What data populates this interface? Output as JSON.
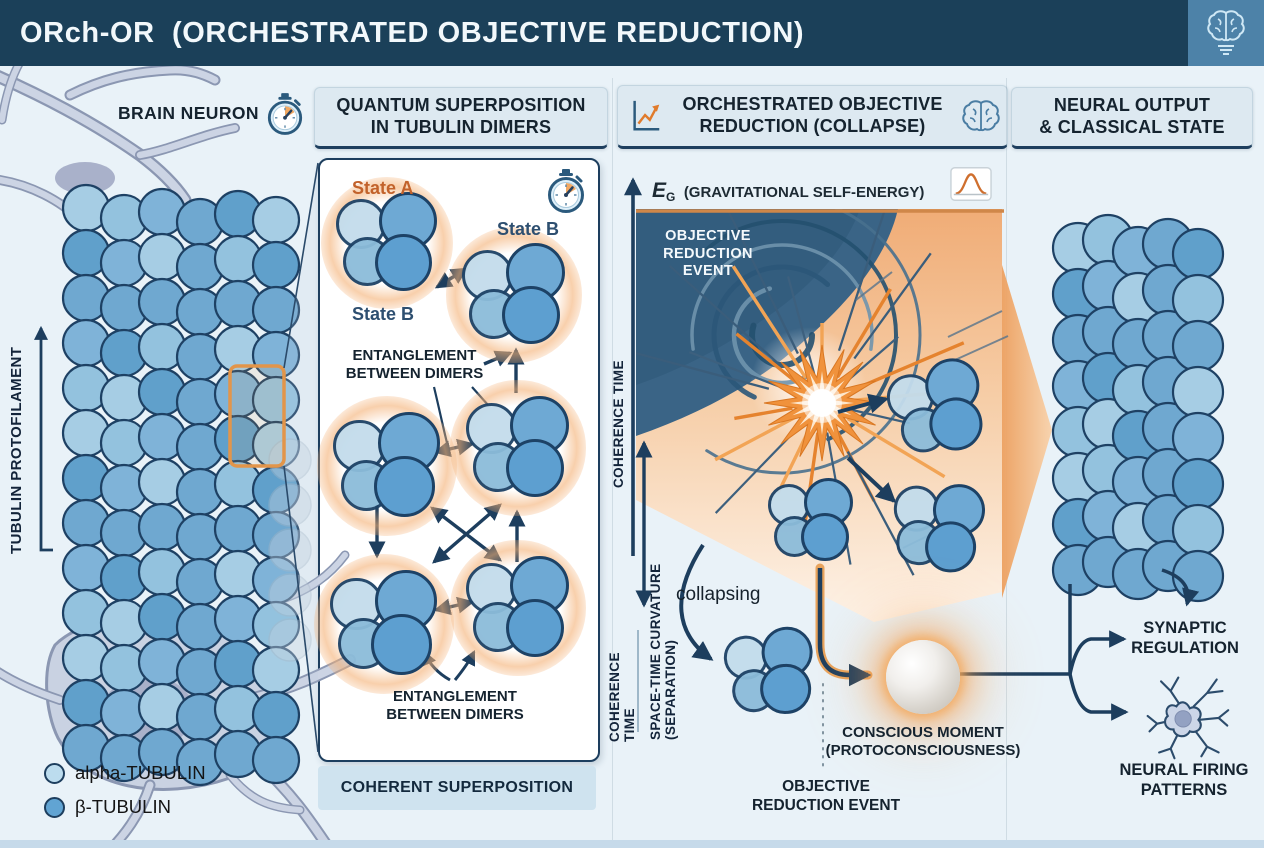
{
  "app": {
    "title": "ORch-OR  (ORCHESTRATED OBJECTIVE REDUCTION)"
  },
  "colors": {
    "header_navy": "#1B4059",
    "panel_bg": "#E9F2F8",
    "accent_orange": "#E8822F",
    "tubulin_light": "#BCD9EA",
    "tubulin_dark": "#61A4D3",
    "outline_navy": "#1D3E5E"
  },
  "icons": {
    "header_logo": "brain-lightbulb",
    "timer": "stopwatch",
    "trend": "line-chart-arrow",
    "brain": "brain-outline",
    "pulse": "bell-curve",
    "neuron": "neuron-glyph"
  },
  "left": {
    "neuron_label": "BRAIN NEURON",
    "protofilament_label": "TUBULIN PROTOFILAMENT",
    "legend": [
      {
        "label": "alpha-TUBULIN",
        "swatch": "#BCDCEE"
      },
      {
        "label": "β-TUBULIN",
        "swatch": "#61A4D3"
      }
    ]
  },
  "quantum_panel": {
    "title_lines": [
      "QUANTUM SUPERPOSITION",
      "IN TUBULIN DIMERS"
    ],
    "state_a": "State A",
    "state_b_right": "State B",
    "state_b_left": "State B",
    "entanglement_top_lines": [
      "ENTANGLEMENT",
      "BETWEEN DIMERS"
    ],
    "entanglement_bottom_lines": [
      "ENTANGLEMENT",
      "BETWEEN DIMERS"
    ],
    "footer": "COHERENT SUPERPOSITION"
  },
  "reduction_panel": {
    "title_lines": [
      "ORCHESTRATED OBJECTIVE",
      "REDUCTION (COLLAPSE)"
    ],
    "eg_symbol": "E",
    "eg_sub": "G",
    "eg_text": "(GRAVITATIONAL SELF-ENERGY)",
    "vortex_lines": [
      "OBJECTIVE",
      "REDUCTION",
      "EVENT"
    ],
    "coherence_top": "COHERENCE TIME",
    "coherence_bottom": "COHERENCE TIME",
    "spacetime": "SPACE-TIME CURVATURE (SEPARATION)",
    "collapsing": "collapsing",
    "conscious_lines": [
      "CONSCIOUS MOMENT",
      "(PROTOCONSCIOUSNESS)"
    ],
    "or_event_lines": [
      "OBJECTIVE",
      "REDUCTION EVENT"
    ]
  },
  "output_panel": {
    "title_lines": [
      "NEURAL OUTPUT",
      "& CLASSICAL STATE"
    ],
    "synaptic_lines": [
      "SYNAPTIC",
      "REGULATION"
    ],
    "firing_lines": [
      "NEURAL FIRING",
      "PATTERNS"
    ]
  }
}
